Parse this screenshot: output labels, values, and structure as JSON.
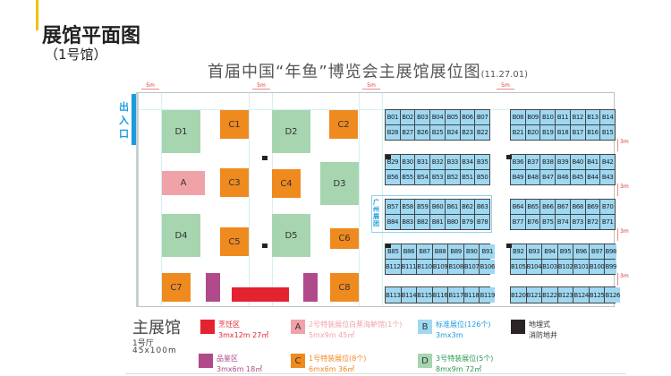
{
  "header": {
    "title": "展馆平面图",
    "subtitle": "（1号馆）"
  },
  "plan_title": "首届中国“年鱼”博览会主展馆展位图",
  "plan_version": "(11.27.01)",
  "entrance": "出入口",
  "dimensions": {
    "top": [
      "5m",
      "5m",
      "5m",
      "5m"
    ],
    "right": [
      "3m",
      "3m",
      "3m",
      "3m"
    ]
  },
  "booths": {
    "D1": "D1",
    "D2": "D2",
    "D3": "D3",
    "D4": "D4",
    "D5": "D5",
    "C1": "C1",
    "C2": "C2",
    "C3": "C3",
    "C4": "C4",
    "C5": "C5",
    "C6": "C6",
    "C7": "C7",
    "C8": "C8",
    "A": "A"
  },
  "guangzhou_group": "广州展团",
  "b_blocks": [
    [
      "B01",
      "B02",
      "B03",
      "B04",
      "B05",
      "B06",
      "B07",
      "B28",
      "B27",
      "B26",
      "B25",
      "B24",
      "B23",
      "B22"
    ],
    [
      "B08",
      "B09",
      "B10",
      "B11",
      "B12",
      "B13",
      "B14",
      "B21",
      "B20",
      "B19",
      "B18",
      "B17",
      "B16",
      "B15"
    ],
    [
      "B29",
      "B30",
      "B31",
      "B32",
      "B33",
      "B34",
      "B35",
      "B56",
      "B55",
      "B54",
      "B53",
      "B52",
      "B51",
      "B50"
    ],
    [
      "B36",
      "B37",
      "B38",
      "B39",
      "B40",
      "B41",
      "B42",
      "B49",
      "B48",
      "B47",
      "B46",
      "B45",
      "B44",
      "B43"
    ],
    [
      "B57",
      "B58",
      "B59",
      "B60",
      "B61",
      "B62",
      "B63",
      "B84",
      "B83",
      "B82",
      "B81",
      "B80",
      "B79",
      "B78"
    ],
    [
      "B64",
      "B65",
      "B66",
      "B67",
      "B68",
      "B69",
      "B70",
      "B77",
      "B76",
      "B75",
      "B74",
      "B73",
      "B72",
      "B71"
    ],
    [
      "B85",
      "B86",
      "B87",
      "B88",
      "B89",
      "B90",
      "B91",
      "B112",
      "B111",
      "B110",
      "B109",
      "B108",
      "B107",
      "B106"
    ],
    [
      "B92",
      "B93",
      "B94",
      "B95",
      "B96",
      "B97",
      "B98",
      "B105",
      "B104",
      "B103",
      "B102",
      "B101",
      "B100",
      "B99"
    ],
    [
      "B113",
      "B114",
      "B115",
      "B116",
      "B117",
      "B118",
      "B119"
    ],
    [
      "B120",
      "B121",
      "B122",
      "B123",
      "B124",
      "B125",
      "B126"
    ]
  ],
  "legend": {
    "hall_name": "主展馆",
    "hall_no": "1号厅",
    "hall_size": "45x100m",
    "items": [
      {
        "label": "烹饪区",
        "size": "3mx12m 27㎡",
        "color": "#e52230",
        "letter": ""
      },
      {
        "label": "品鉴区",
        "size": "3mx6m 18㎡",
        "color": "#b04a8a",
        "letter": ""
      },
      {
        "label": "2号特装展位白蕉海鲈馆(1个)",
        "size": "5mx9m  45㎡",
        "color": "#efa3a8",
        "letter": "A"
      },
      {
        "label": "1号特装展位(8个)",
        "size": "6mx6m  36㎡",
        "color": "#ef8a1f",
        "letter": "C"
      },
      {
        "label": "标准展位(126个)",
        "size": "3mx3m",
        "color": "#9fd8f2",
        "letter": "B"
      },
      {
        "label": "3号特装展位(5个)",
        "size": "8mx9m  72㎡",
        "color": "#a6d5b0",
        "letter": "D"
      },
      {
        "label": "地埋式",
        "size": "消防地井",
        "color": "#2a2426",
        "letter": ""
      }
    ]
  }
}
